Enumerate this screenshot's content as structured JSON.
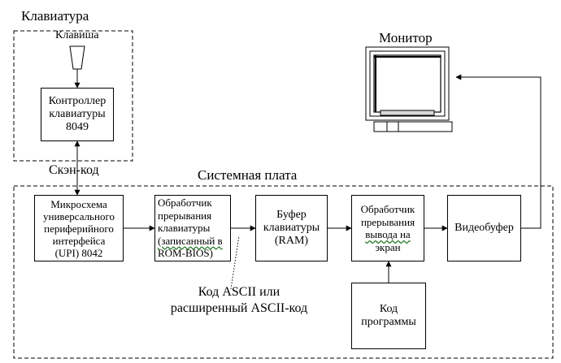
{
  "keyboard_group": {
    "label": "Клавиатура"
  },
  "key": {
    "label": "Клавиша"
  },
  "controller": {
    "lines": [
      "Контроллер",
      "клавиатуры",
      "8049"
    ]
  },
  "scan_code": {
    "label": "Скэн-код"
  },
  "monitor": {
    "label": "Монитор"
  },
  "board": {
    "label": "Системная плата"
  },
  "upi": {
    "lines": [
      "Микросхема",
      "универсального",
      "периферийного",
      "интерфейса",
      "(UPI) 8042"
    ]
  },
  "keyboard_handler": {
    "lines": [
      "Обработчик",
      "прерывания",
      "клавиатуры",
      "(записанный в",
      "ROM-BIOS)"
    ]
  },
  "buffer": {
    "lines": [
      "Буфер",
      "клавиатуры",
      "(RAM)"
    ]
  },
  "screen_handler": {
    "lines": [
      "Обработчик",
      "прерывания",
      "вывода на",
      "экран"
    ]
  },
  "videobuffer": {
    "label": "Видеобуфер"
  },
  "program_code": {
    "lines": [
      "Код",
      "программы"
    ]
  },
  "ascii": {
    "lines": [
      "Код ASCII или",
      "расширенный ASCII-код"
    ]
  },
  "colors": {
    "line": "#000000",
    "monitor_screen": "#ffffff",
    "monitor_case": "#d9d9d9"
  }
}
